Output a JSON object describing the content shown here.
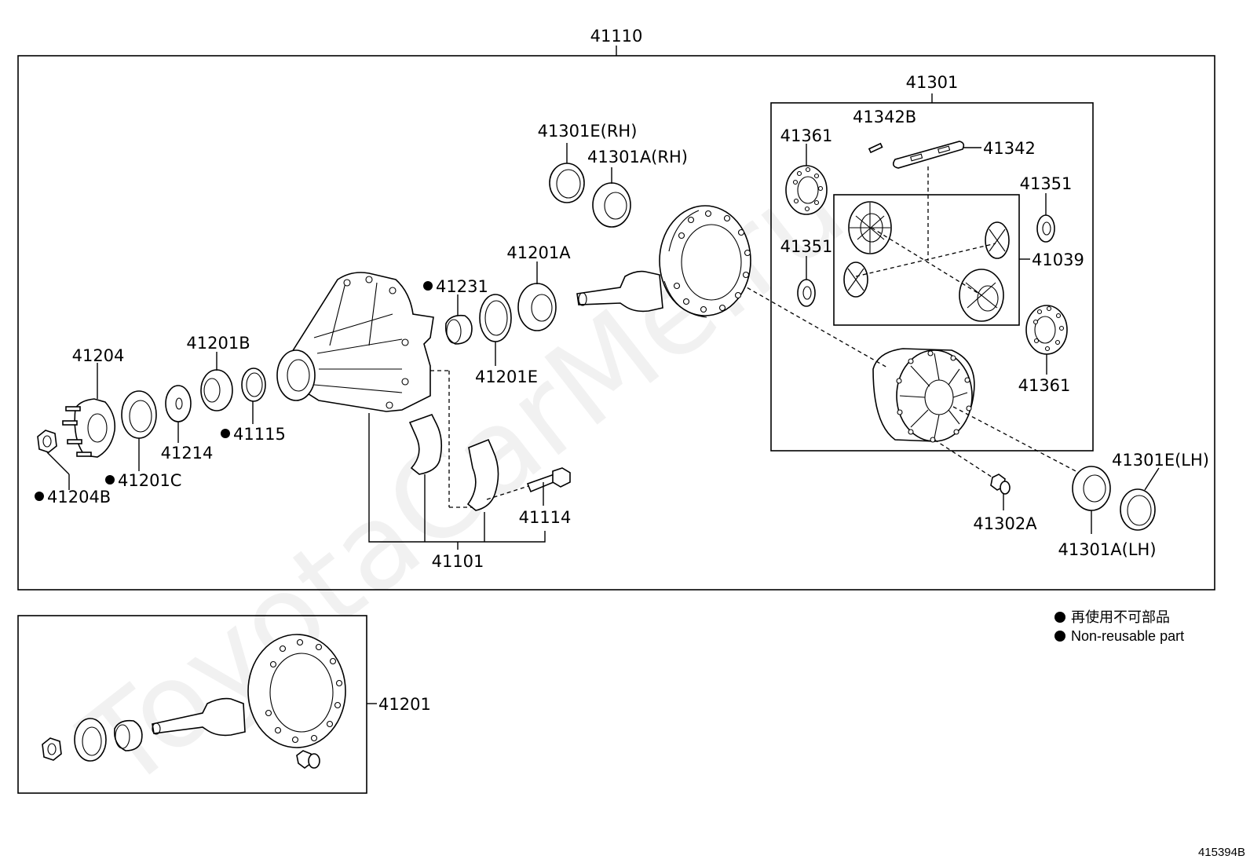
{
  "diagram": {
    "watermark": "ToyotaCarMe.ru",
    "figure_ref": "415394B",
    "legend": {
      "jp": "再使用不可部品",
      "en": "Non-reusable part"
    },
    "parts": {
      "p41110": "41110",
      "p41301": "41301",
      "p41342b": "41342B",
      "p41361_top": "41361",
      "p41342": "41342",
      "p41351_right": "41351",
      "p41351_left": "41351",
      "p41039": "41039",
      "p41361_bottom": "41361",
      "p41301e_rh": "41301E(RH)",
      "p41301a_rh": "41301A(RH)",
      "p41201a": "41201A",
      "p41231": "41231",
      "p41201e": "41201E",
      "p41204": "41204",
      "p41201b": "41201B",
      "p41214": "41214",
      "p41115": "41115",
      "p41201c": "41201C",
      "p41204b": "41204B",
      "p41114": "41114",
      "p41101": "41101",
      "p41302a": "41302A",
      "p41301e_lh": "41301E(LH)",
      "p41301a_lh": "41301A(LH)",
      "p41201": "41201"
    }
  }
}
